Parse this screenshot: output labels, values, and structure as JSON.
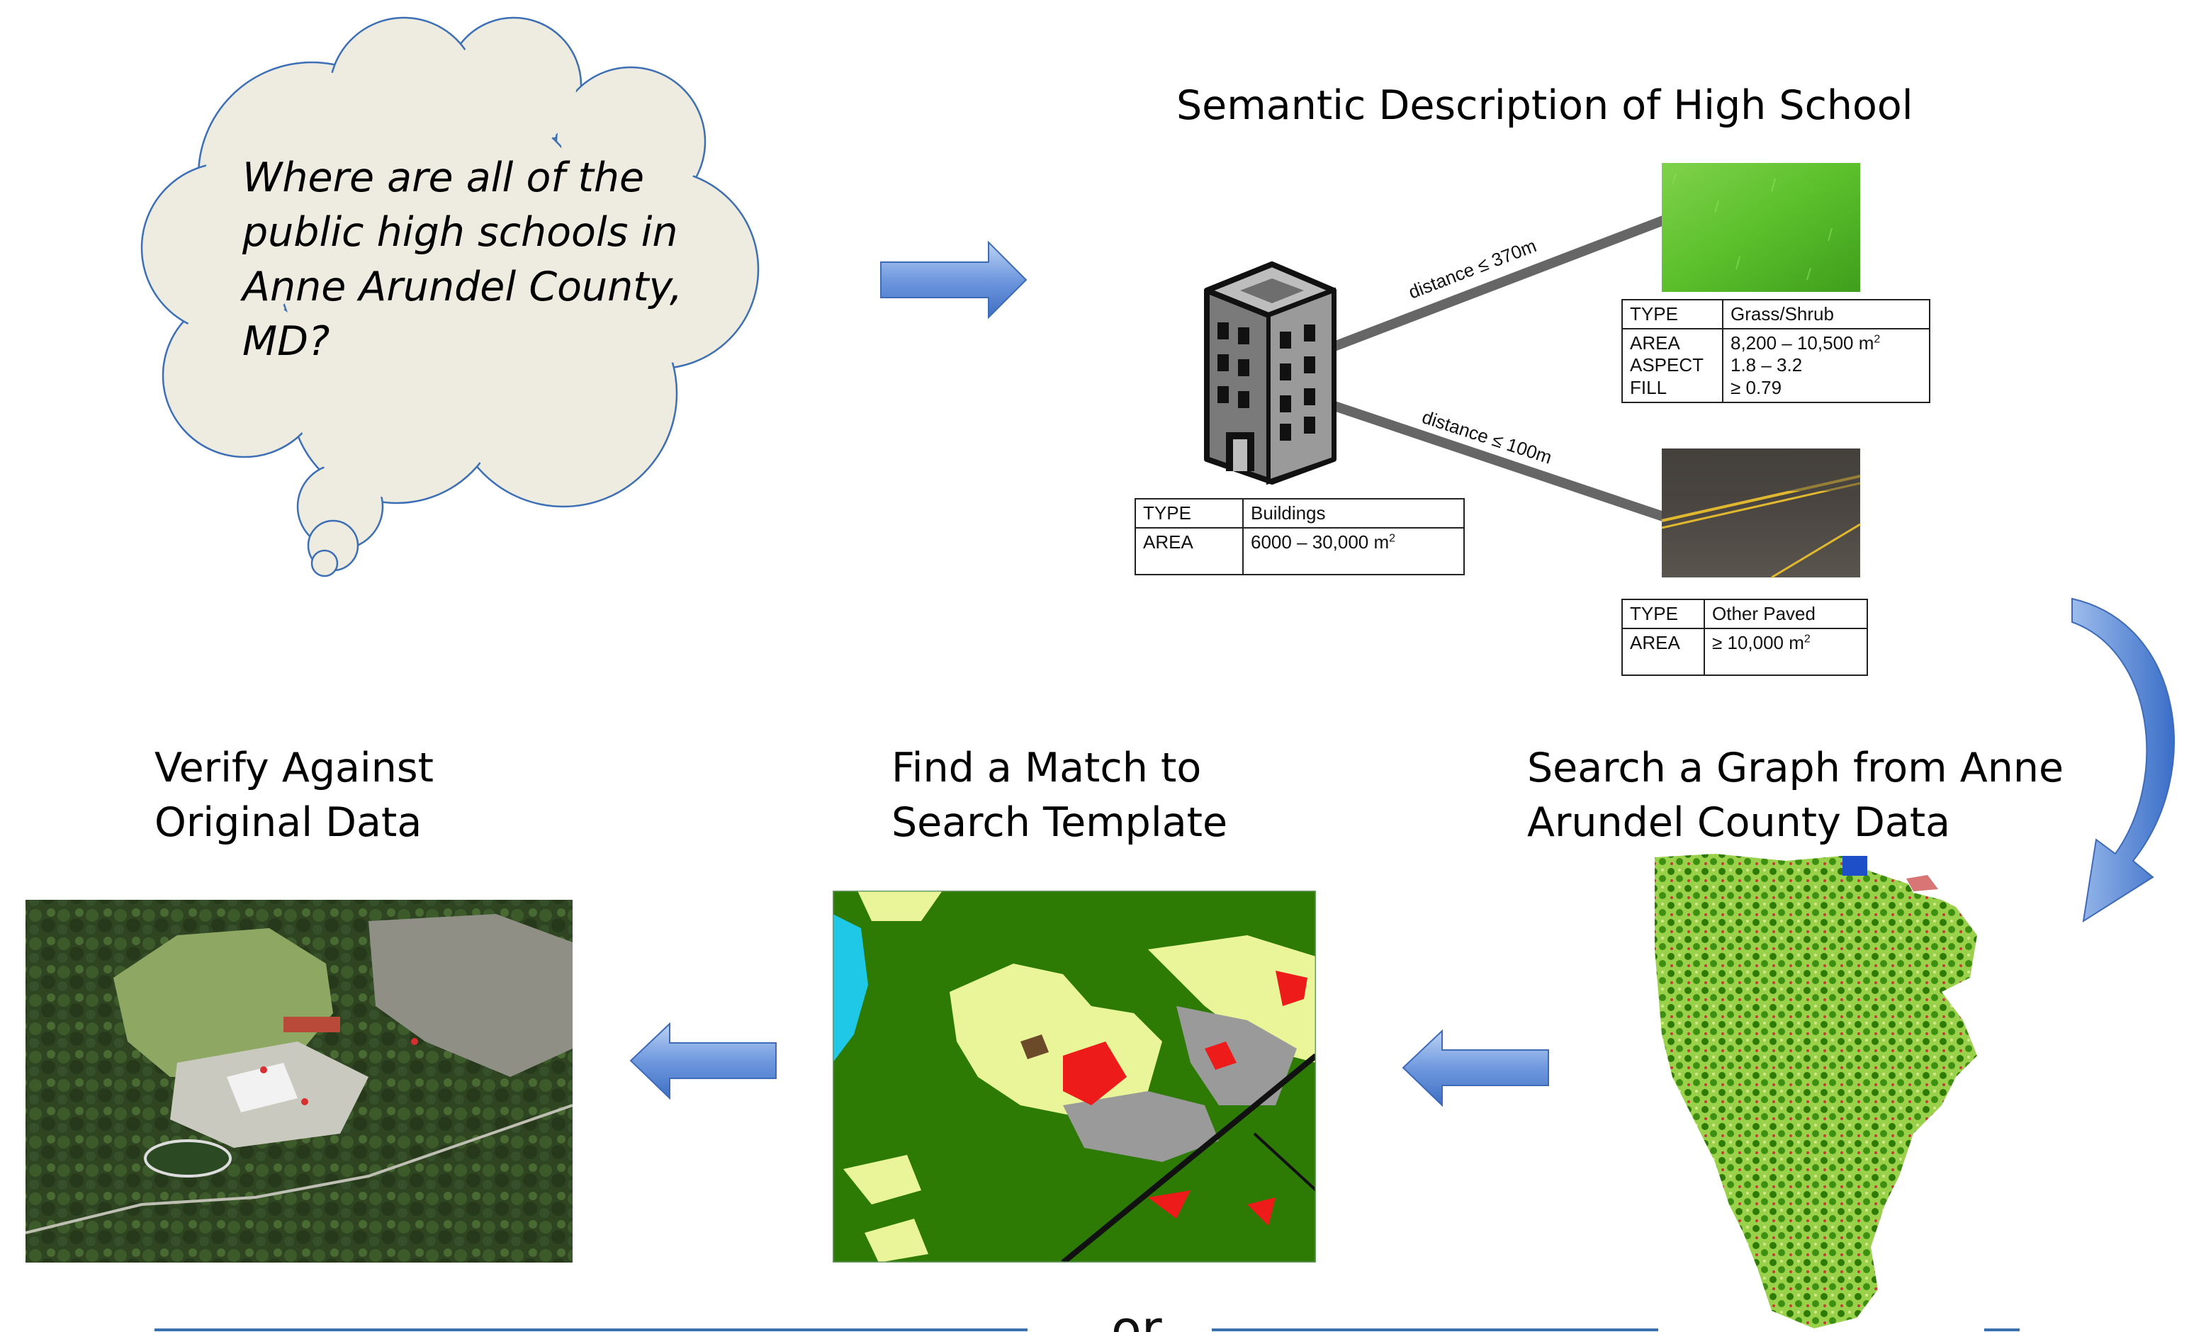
{
  "question": {
    "lines": [
      "Where are all of the",
      "public high schools in",
      "Anne Arundel County,",
      "MD?"
    ]
  },
  "semantic": {
    "title": "Semantic Description of High School",
    "edges": [
      {
        "label": "distance ≤ 370m"
      },
      {
        "label": "distance ≤ 100m"
      }
    ],
    "buildings_table": {
      "type_key": "TYPE",
      "type_val": "Buildings",
      "area_key": "AREA",
      "area_val": "6000 – 30,000 m",
      "area_sup": "2"
    },
    "grass_table": {
      "type_key": "TYPE",
      "type_val": "Grass/Shrub",
      "area_key": "AREA",
      "area_val": "8,200 – 10,500 m",
      "area_sup": "2",
      "aspect_key": "ASPECT",
      "aspect_val": "1.8 – 3.2",
      "fill_key": "FILL",
      "fill_val": "≥ 0.79"
    },
    "paved_table": {
      "type_key": "TYPE",
      "type_val": "Other Paved",
      "area_key": "AREA",
      "area_val": "≥ 10,000 m",
      "area_sup": "2"
    }
  },
  "steps": {
    "search_graph": [
      "Search a Graph from Anne",
      "Arundel County Data"
    ],
    "find_match": [
      "Find a Match to",
      "Search Template"
    ],
    "verify": [
      "Verify Against",
      "Original Data"
    ]
  },
  "footer": {
    "or_label": "or"
  },
  "colors": {
    "arrow_blue": "#4f81d1",
    "arrow_light": "#a9c4ee",
    "cloud_fill": "#eeebe0",
    "cloud_stroke": "#3c6fb5",
    "veg_dark": "#2d7a05",
    "veg_light": "#eaf59a",
    "built_red": "#ee1b1b",
    "paved_gray": "#9a9a9a",
    "water_cyan": "#20c8e8",
    "rule_blue": "#3a6fb0"
  }
}
